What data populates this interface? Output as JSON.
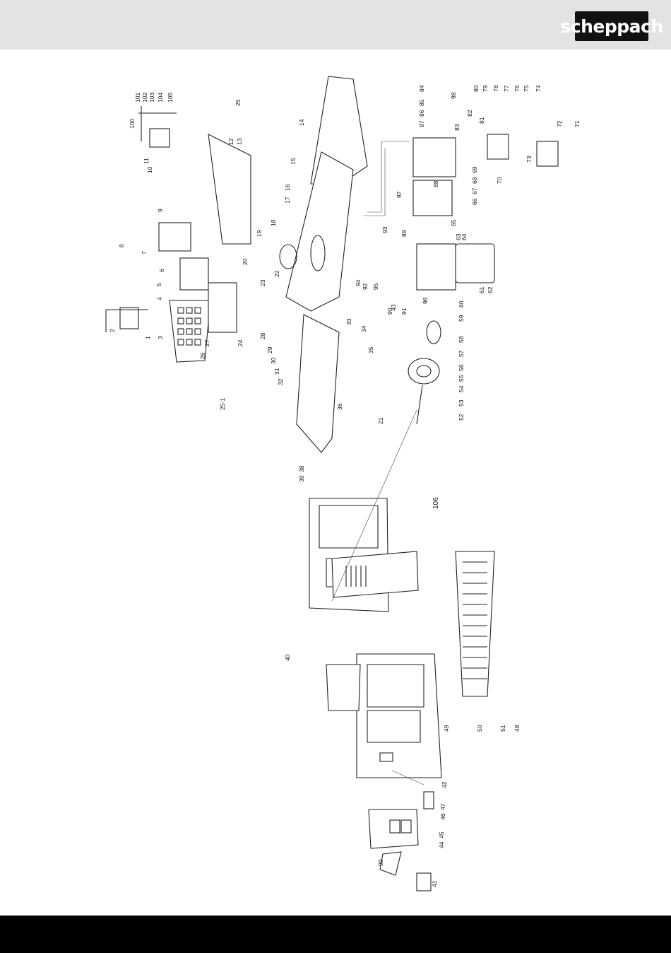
{
  "brand": {
    "logo_text": "scheppach"
  },
  "diagram": {
    "callouts": [
      "1",
      "2",
      "3",
      "4",
      "5",
      "6",
      "7",
      "8",
      "9",
      "10",
      "11",
      "12",
      "13",
      "14",
      "15",
      "16",
      "17",
      "18",
      "19",
      "20",
      "21",
      "22",
      "23",
      "24",
      "25",
      "25-1",
      "26",
      "27",
      "28",
      "29",
      "30",
      "31",
      "32",
      "33",
      "34",
      "35",
      "36",
      "38",
      "39",
      "40",
      "41",
      "42",
      "43",
      "44",
      "45",
      "46",
      "47",
      "48",
      "49",
      "50",
      "51",
      "52",
      "53",
      "54",
      "55",
      "56",
      "57",
      "58",
      "59",
      "60",
      "61",
      "62",
      "63",
      "64",
      "65",
      "66",
      "67",
      "68",
      "69",
      "70",
      "71",
      "72",
      "73",
      "74",
      "75",
      "76",
      "77",
      "78",
      "79",
      "80",
      "81",
      "82",
      "83",
      "84",
      "85",
      "86",
      "87",
      "88",
      "89",
      "90",
      "91",
      "92",
      "93",
      "94",
      "95",
      "96",
      "97",
      "98",
      "99",
      "100",
      "101",
      "102",
      "103",
      "104",
      "105",
      "106"
    ]
  }
}
